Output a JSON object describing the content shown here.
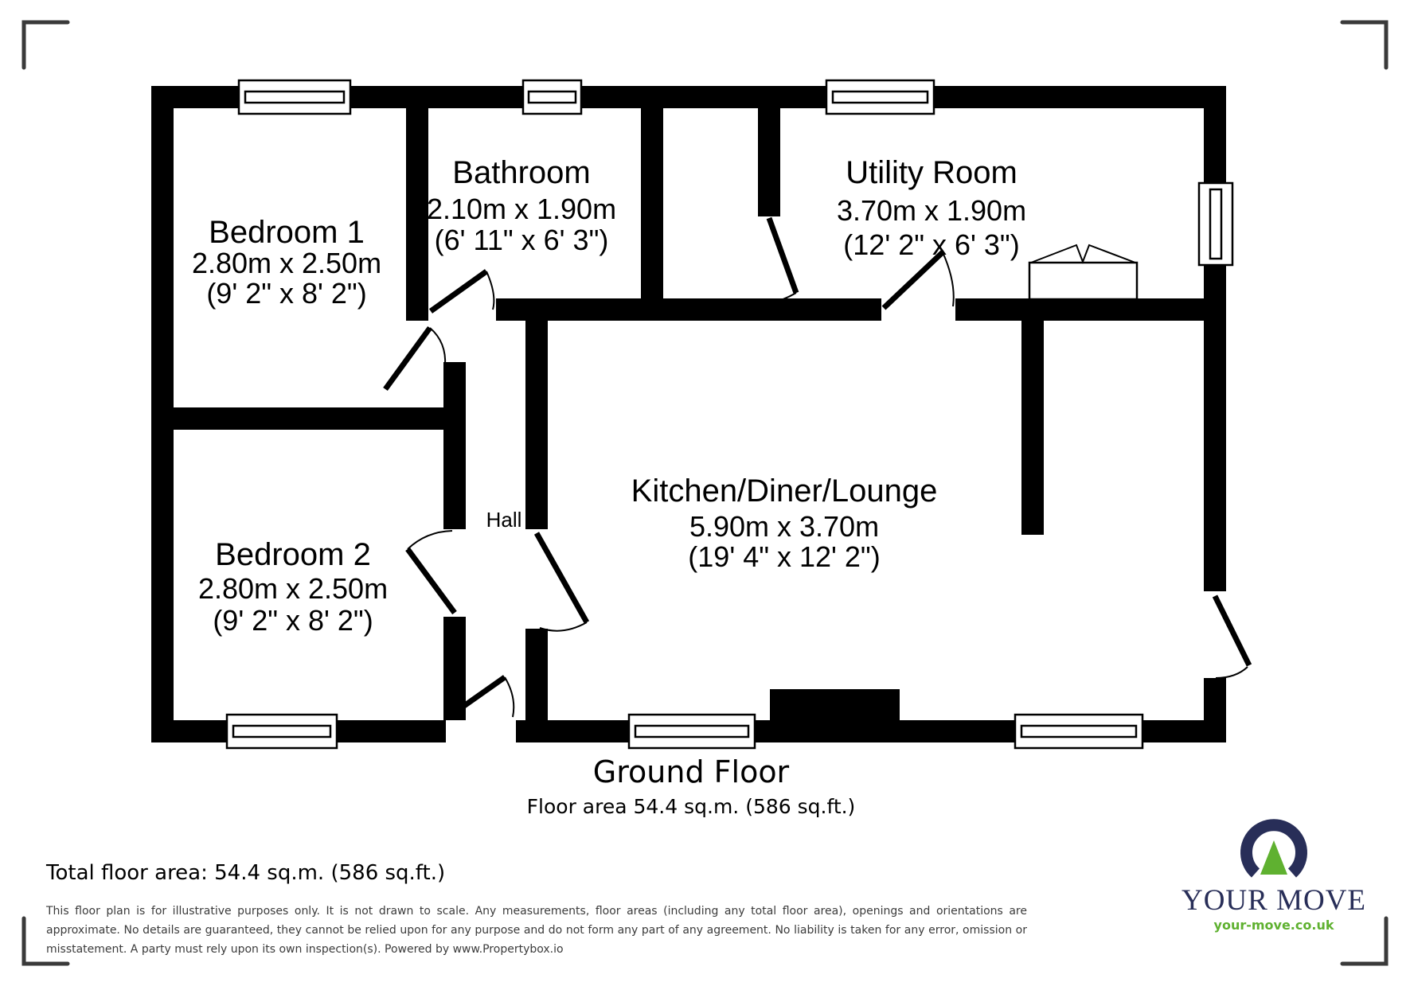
{
  "plan": {
    "rooms": [
      {
        "name": "Bedroom 1",
        "dims_metric": "2.80m x 2.50m",
        "dims_imperial": "(9' 2\" x 8' 2\")"
      },
      {
        "name": "Bathroom",
        "dims_metric": "2.10m x 1.90m",
        "dims_imperial": "(6' 11\" x 6' 3\")"
      },
      {
        "name": "Utility Room",
        "dims_metric": "3.70m x 1.90m",
        "dims_imperial": "(12' 2\" x 6' 3\")"
      },
      {
        "name": "Kitchen/Diner/Lounge",
        "dims_metric": "5.90m x 3.70m",
        "dims_imperial": "(19' 4\" x 12' 2\")"
      },
      {
        "name": "Bedroom 2",
        "dims_metric": "2.80m x 2.50m",
        "dims_imperial": "(9' 2\" x 8' 2\")"
      },
      {
        "name": "Hall"
      }
    ],
    "floor_label": "Ground Floor",
    "floor_area_label": "Floor area 54.4 sq.m. (586 sq.ft.)"
  },
  "footer": {
    "total_area": "Total floor area: 54.4 sq.m. (586 sq.ft.)",
    "disclaimer": "This floor plan is for illustrative purposes only. It is not drawn to scale. Any measurements, floor areas (including any total floor area), openings and orientations are approximate. No details are guaranteed, they cannot be relied upon for any purpose and do not form any part of any agreement. No liability is taken for any error, omission or misstatement. A party must rely upon its own inspection(s). Powered by www.Propertybox.io"
  },
  "logo": {
    "brand": "YOUR MOVE",
    "url": "your-move.co.uk",
    "navy": "#282e58",
    "green": "#5fb130"
  }
}
